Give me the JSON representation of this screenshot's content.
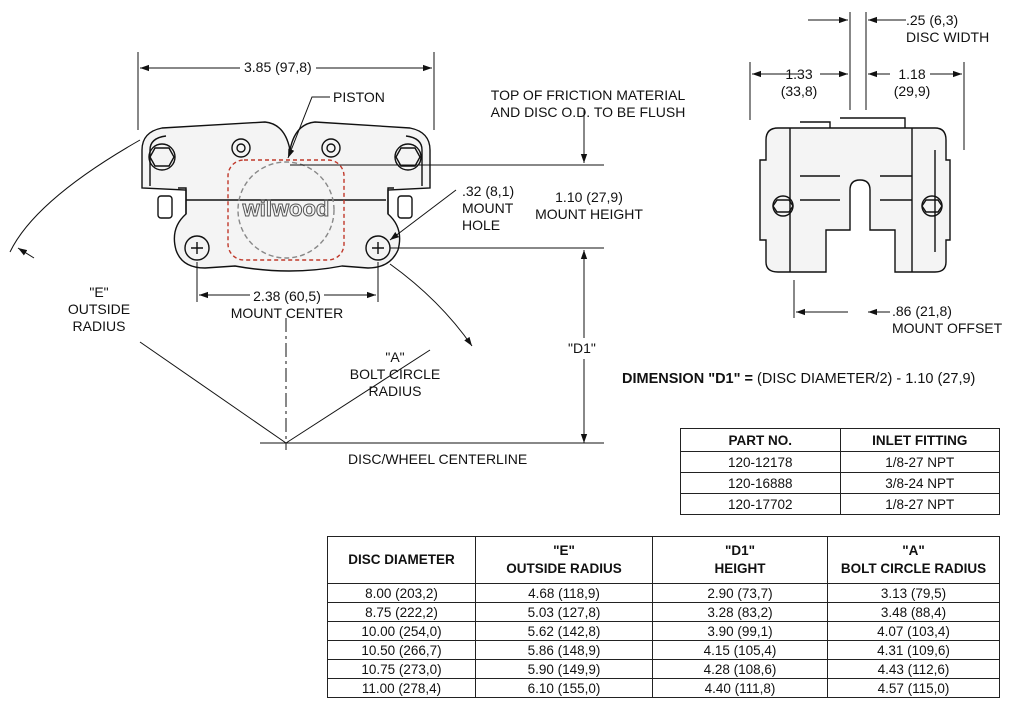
{
  "labels": {
    "width_dim": "3.85 (97,8)",
    "piston": "PISTON",
    "flush_note_line1": "TOP OF FRICTION MATERIAL",
    "flush_note_line2": "AND DISC O.D. TO BE FLUSH",
    "mount_hole_line1": ".32 (8,1)",
    "mount_hole_line2": "MOUNT",
    "mount_hole_line3": "HOLE",
    "mount_height_line1": "1.10 (27,9)",
    "mount_height_line2": "MOUNT HEIGHT",
    "outside_radius_line1": "\"E\"",
    "outside_radius_line2": "OUTSIDE",
    "outside_radius_line3": "RADIUS",
    "mount_center_line1": "2.38 (60,5)",
    "mount_center_line2": "MOUNT CENTER",
    "bolt_circle_line1": "\"A\"",
    "bolt_circle_line2": "BOLT CIRCLE",
    "bolt_circle_line3": "RADIUS",
    "d1": "\"D1\"",
    "centerline": "DISC/WHEEL CENTERLINE",
    "disc_width_line1": ".25 (6,3)",
    "disc_width_line2": "DISC WIDTH",
    "left_width_line1": "1.33",
    "left_width_line2": "(33,8)",
    "right_width_line1": "1.18",
    "right_width_line2": "(29,9)",
    "mount_offset_line1": ".86 (21,8)",
    "mount_offset_line2": "MOUNT OFFSET",
    "logo_text": "wilwood"
  },
  "formula": {
    "bold": "DIMENSION \"D1\" =",
    "rest": " (DISC DIAMETER/2) - 1.10 (27,9)"
  },
  "inlet_table": {
    "headers": [
      "PART NO.",
      "INLET FITTING"
    ],
    "rows": [
      [
        "120-12178",
        "1/8-27 NPT"
      ],
      [
        "120-16888",
        "3/8-24 NPT"
      ],
      [
        "120-17702",
        "1/8-27 NPT"
      ]
    ]
  },
  "disc_table": {
    "headers": [
      {
        "line1": "DISC DIAMETER",
        "line2": ""
      },
      {
        "line1": "\"E\"",
        "line2": "OUTSIDE RADIUS"
      },
      {
        "line1": "\"D1\"",
        "line2": "HEIGHT"
      },
      {
        "line1": "\"A\"",
        "line2": "BOLT CIRCLE RADIUS"
      }
    ],
    "rows": [
      [
        "8.00 (203,2)",
        "4.68 (118,9)",
        "2.90 (73,7)",
        "3.13 (79,5)"
      ],
      [
        "8.75 (222,2)",
        "5.03 (127,8)",
        "3.28 (83,2)",
        "3.48 (88,4)"
      ],
      [
        "10.00 (254,0)",
        "5.62 (142,8)",
        "3.90 (99,1)",
        "4.07 (103,4)"
      ],
      [
        "10.50 (266,7)",
        "5.86 (148,9)",
        "4.15 (105,4)",
        "4.31 (109,6)"
      ],
      [
        "10.75 (273,0)",
        "5.90 (149,9)",
        "4.28 (108,6)",
        "4.43 (112,6)"
      ],
      [
        "11.00 (278,4)",
        "6.10 (155,0)",
        "4.40 (111,8)",
        "4.57 (115,0)"
      ]
    ]
  },
  "colors": {
    "line": "#111111",
    "piston_dash": "#c0392b",
    "caliper_fill": "#f4f4f4"
  }
}
